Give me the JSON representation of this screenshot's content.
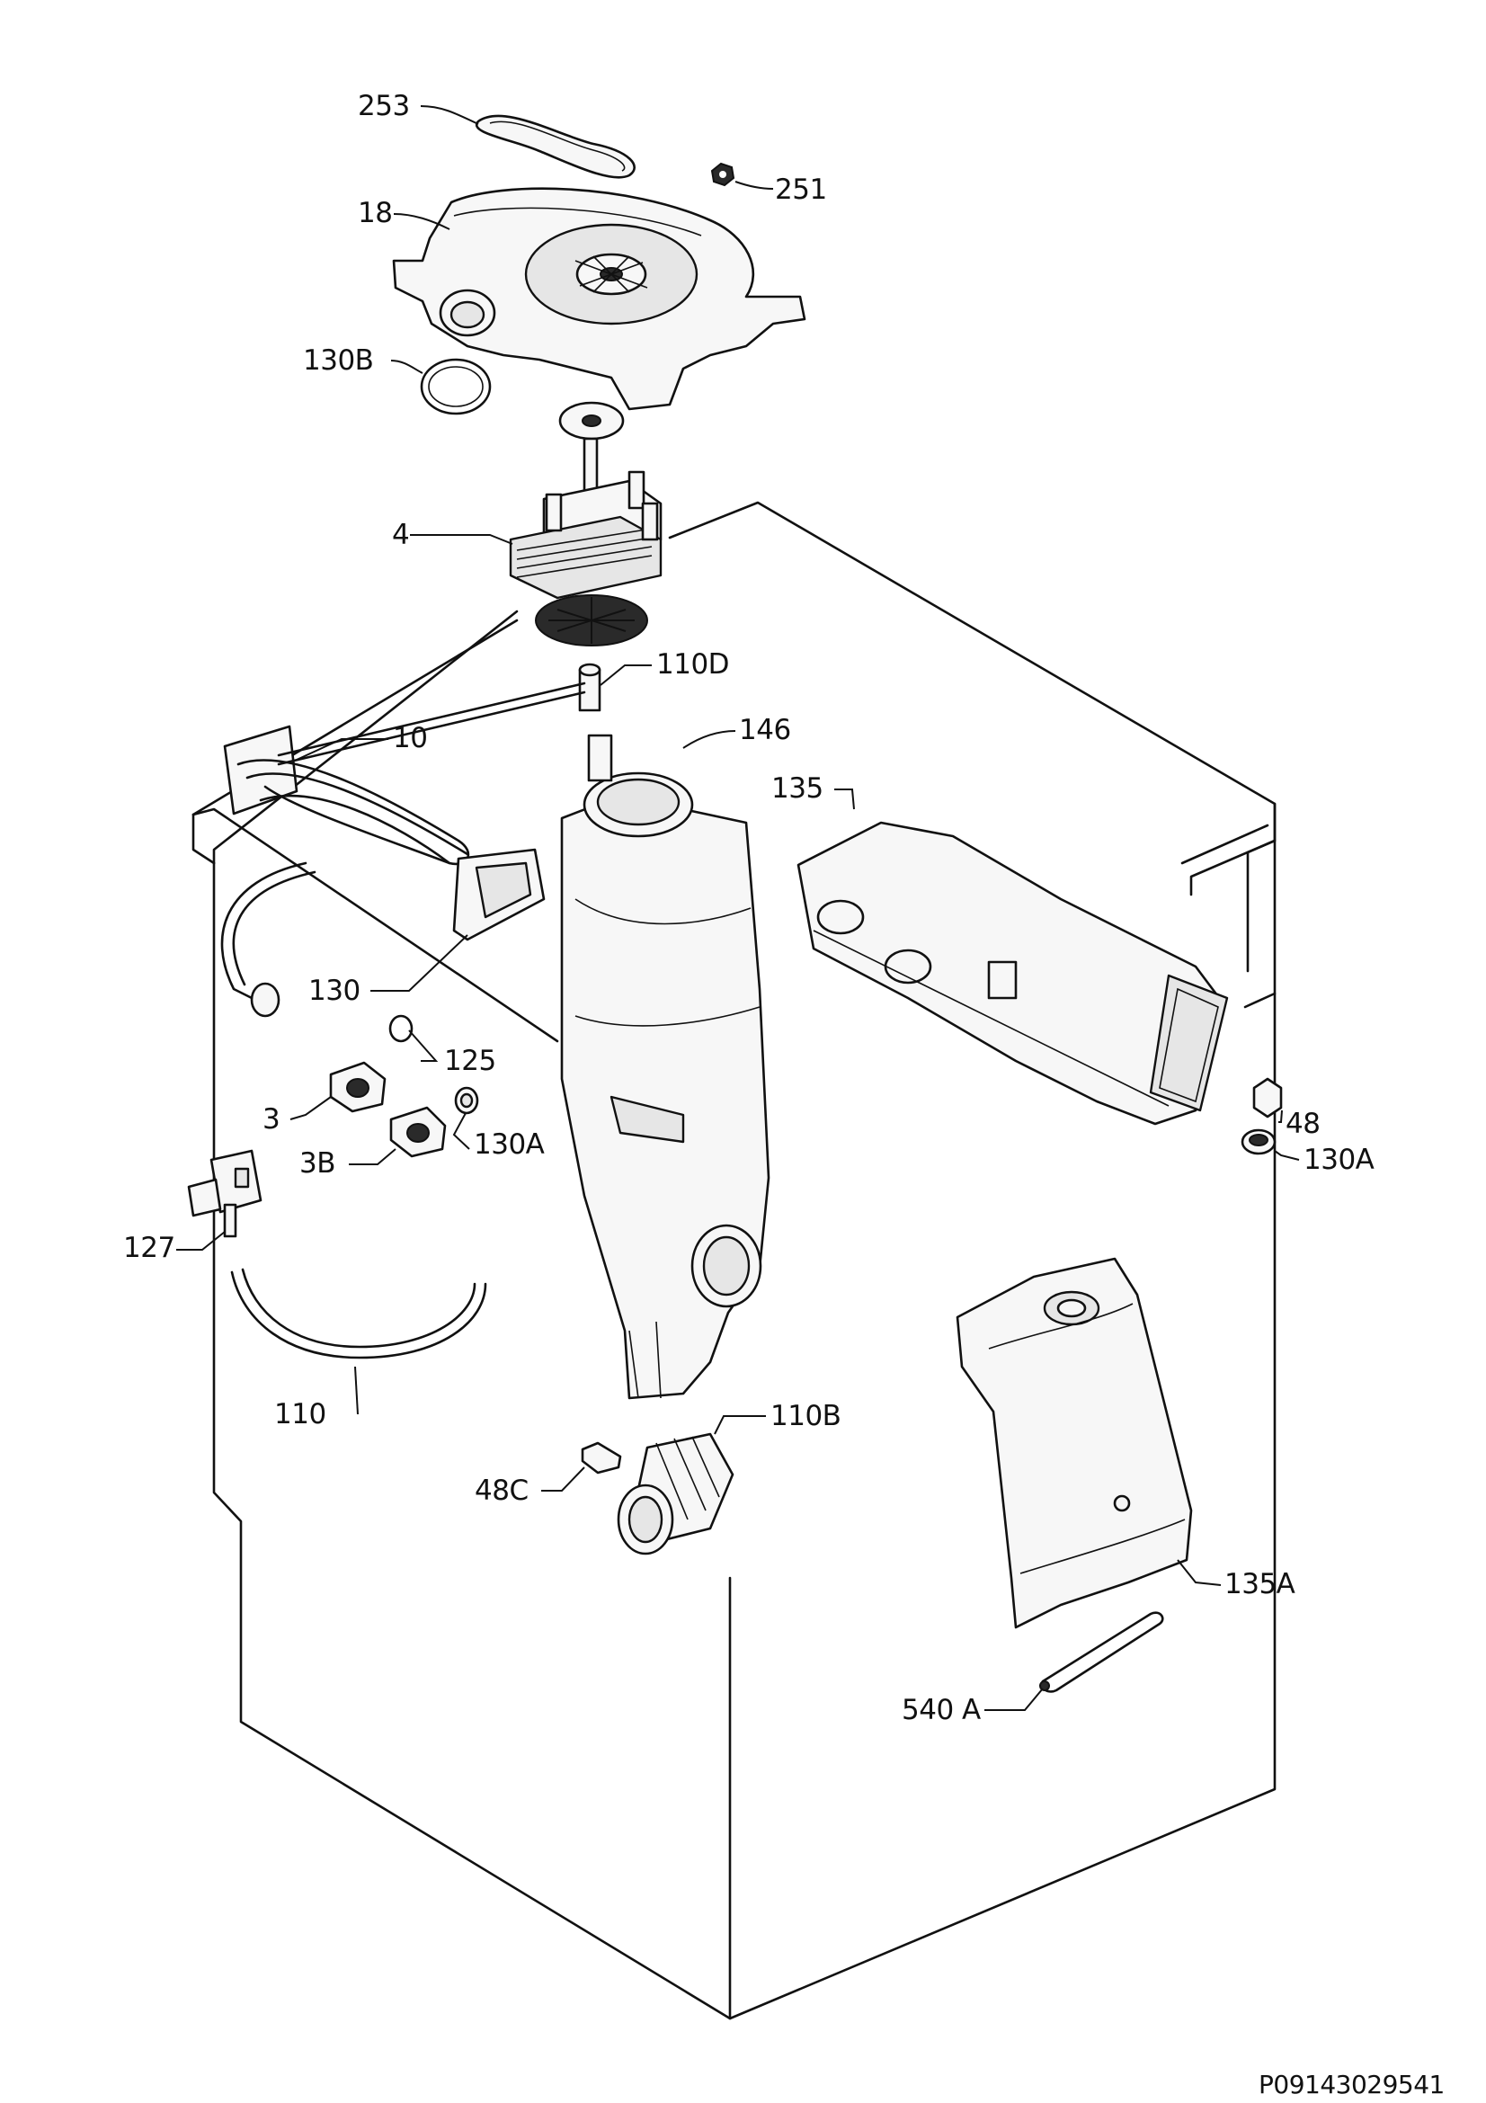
{
  "labels": {
    "p253": "253",
    "p251": "251",
    "p18": "18",
    "p130b": "130B",
    "p4": "4",
    "p110d": "110D",
    "p10": "10",
    "p146": "146",
    "p135": "135",
    "p130": "130",
    "p125": "125",
    "p3": "3",
    "p130a_left": "130A",
    "p3b": "3B",
    "p48": "48",
    "p130a_right": "130A",
    "p127": "127",
    "p110": "110",
    "p110b": "110B",
    "p48c": "48C",
    "p135a": "135A",
    "p540a": "540 A"
  },
  "drawing_code": "P09143029541"
}
